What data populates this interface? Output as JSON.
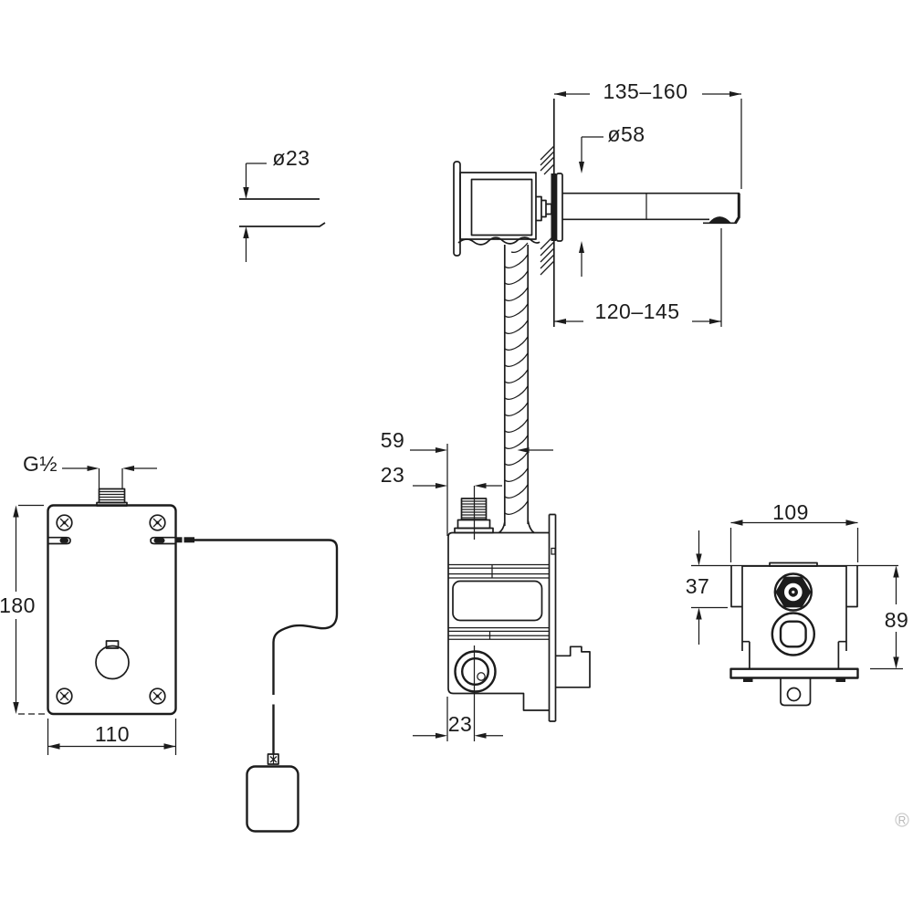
{
  "drawing_type": "installation dimension drawing - wall-mounted sensor faucet with concealed control box and foot pedal",
  "style": {
    "line_color": "#1c1c1c",
    "background": "#ffffff"
  },
  "labels": {
    "spout_diameter": "ø23",
    "spout_length_range": "135–160",
    "escutcheon_diameter": "ø58",
    "spout_height_range": "120–145",
    "pipe_axis_depth": "59",
    "inlet_axis_depth": "23",
    "outlet_axis_depth": "23",
    "inlet_thread": "G½",
    "box_height": "180",
    "box_width": "110",
    "side_width": "109",
    "side_top_offset": "37",
    "side_height": "89",
    "watermark": "R"
  }
}
